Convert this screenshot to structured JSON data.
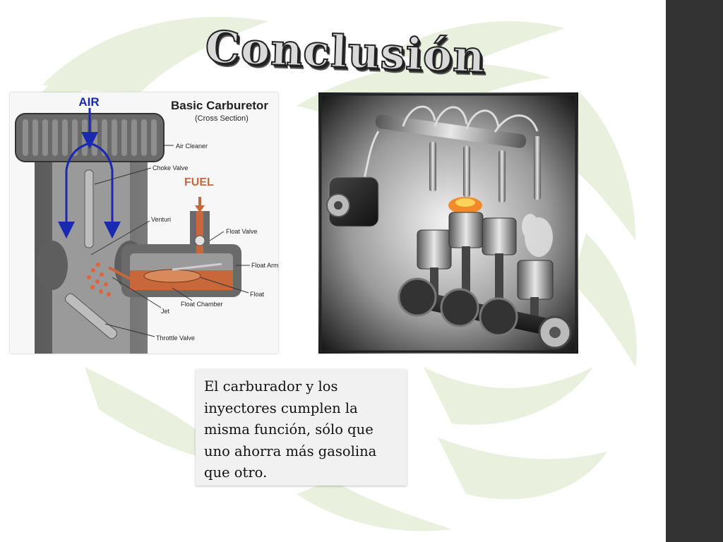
{
  "slide": {
    "title": "Conclusión",
    "caption": "El carburador y los inyectores cumplen la misma función, sólo que uno ahorra más gasolina que otro."
  },
  "carburetor_diagram": {
    "title": "Basic Carburetor",
    "subtitle": "(Cross Section)",
    "air_label": "AIR",
    "fuel_label": "FUEL",
    "labels": {
      "air_cleaner": "Air Cleaner",
      "choke_valve": "Choke Valve",
      "venturi": "Venturi",
      "float_valve": "Float Valve",
      "float_arm": "Float Arm",
      "float": "Float",
      "float_chamber": "Float Chamber",
      "jet": "Jet",
      "throttle_valve": "Throttle Valve"
    }
  },
  "colors": {
    "sidebar": "#333333",
    "watermark": "#e9f0dd",
    "air_arrows": "#1a2ab0",
    "fuel": "#c8683a"
  },
  "icons": {
    "watermark": "lion-head-watermark",
    "engine": "fuel-injection-engine-illustration"
  }
}
